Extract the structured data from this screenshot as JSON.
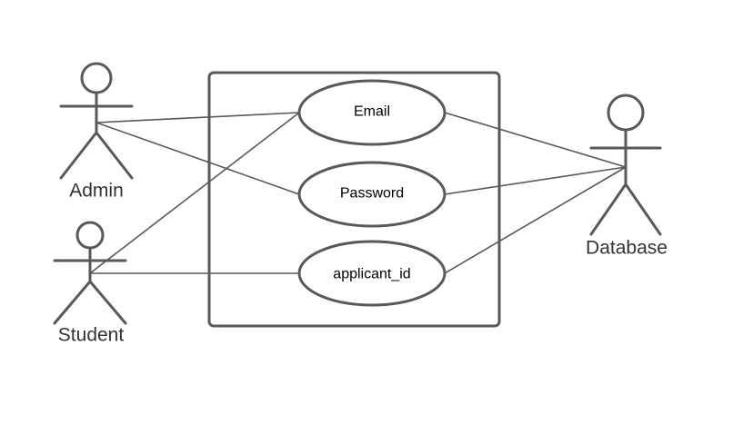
{
  "diagram": {
    "type": "use-case",
    "stroke_color": "#595959",
    "actors": [
      {
        "id": "admin",
        "label": "Admin"
      },
      {
        "id": "student",
        "label": "Student"
      },
      {
        "id": "database",
        "label": "Database"
      }
    ],
    "use_cases": [
      {
        "id": "email",
        "label": "Email"
      },
      {
        "id": "password",
        "label": "Password"
      },
      {
        "id": "applicant_id",
        "label": "applicant_id"
      }
    ],
    "associations": [
      {
        "from": "admin",
        "to": "email"
      },
      {
        "from": "admin",
        "to": "password"
      },
      {
        "from": "student",
        "to": "email"
      },
      {
        "from": "student",
        "to": "applicant_id"
      },
      {
        "from": "database",
        "to": "email"
      },
      {
        "from": "database",
        "to": "password"
      },
      {
        "from": "database",
        "to": "applicant_id"
      }
    ]
  }
}
